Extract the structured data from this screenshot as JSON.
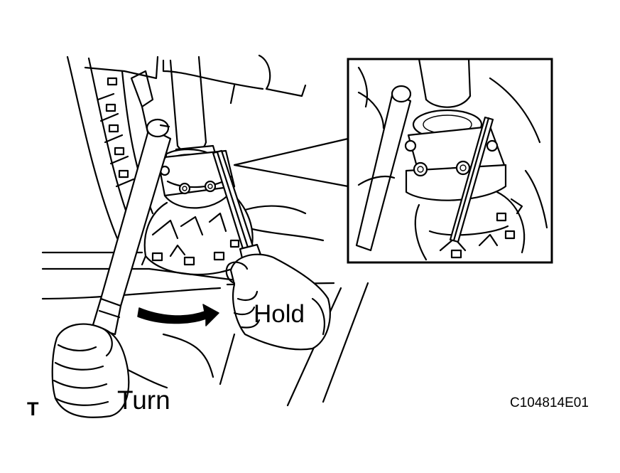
{
  "labels": {
    "hold": "Hold",
    "turn": "Turn",
    "figure_code": "C104814E01",
    "marker": "T"
  },
  "icons": {
    "arrow": "curved-turn-arrow"
  },
  "colors": {
    "ink": "#000000",
    "background": "#ffffff"
  }
}
